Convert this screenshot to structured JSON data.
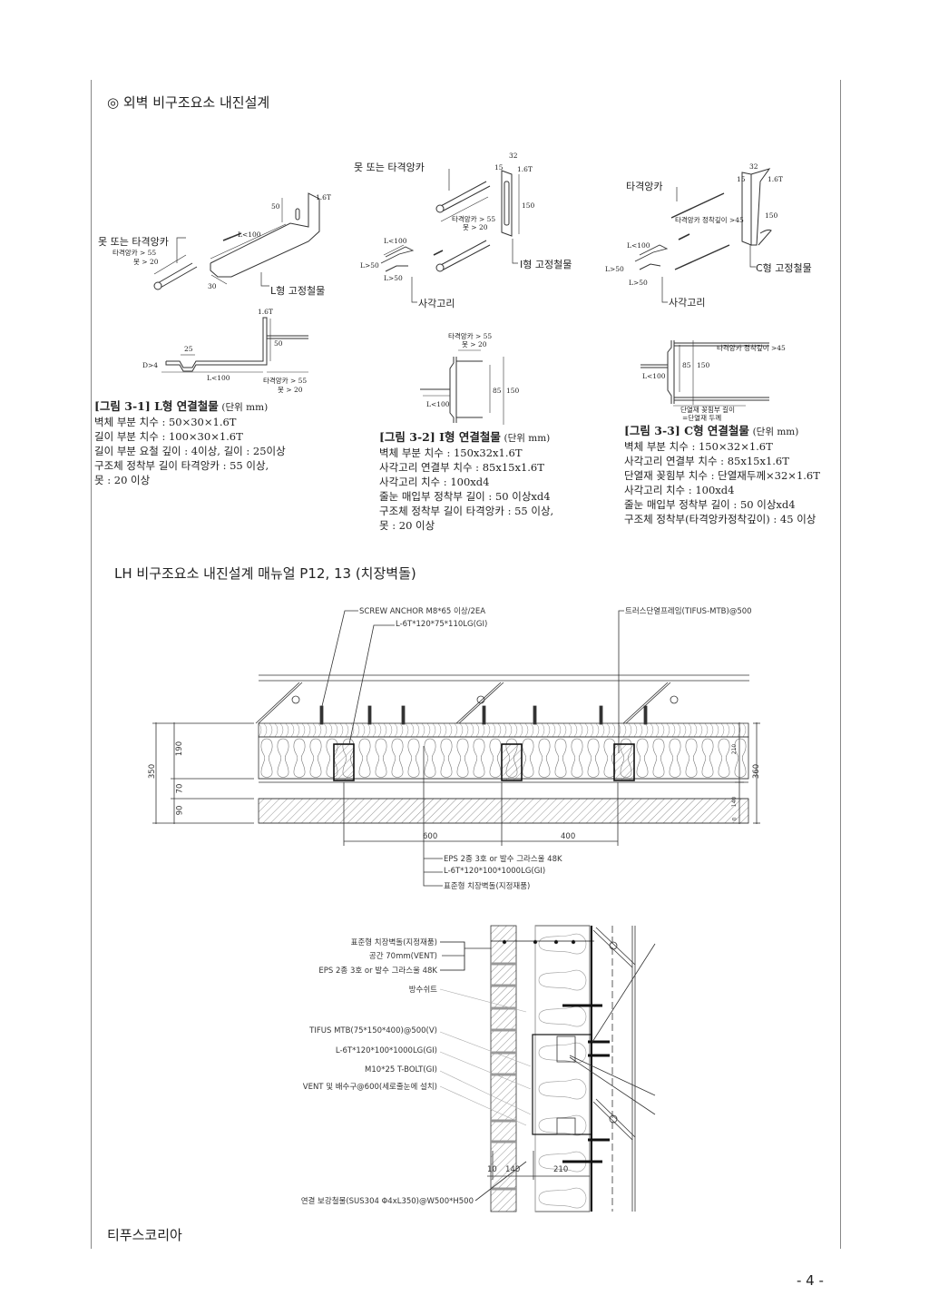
{
  "title": "◎ 외벽 비구조요소 내진설계",
  "fig1": {
    "iso": {
      "nail": "못 또는 타격앙카",
      "anchor55": "타격앙카 > 55",
      "nail20": "못 > 20",
      "t": "1.6T",
      "h50": "50",
      "l100": "L<100",
      "w30": "30",
      "part": "L형 고정철물"
    },
    "sec": {
      "t": "1.6T",
      "h50": "50",
      "w25": "25",
      "d4": "D>4",
      "l100": "L<100",
      "anchor55": "타격앙카 > 55",
      "nail20": "못 > 20"
    },
    "caption": {
      "title": "[그림 3-1] L형 연결철물",
      "unit": "(단위 mm)",
      "lines": [
        "벽체 부분 치수 : 50×30×1.6T",
        "길이 부분 치수 : 100×30×1.6T",
        "길이 부분 요철 깊이 : 4이상, 길이 : 25이상",
        "구조체 정착부 길이 타격앙카 : 55 이상,",
        "못 : 20 이상"
      ]
    }
  },
  "fig2": {
    "iso": {
      "nail": "못 또는 타격앙카",
      "w32": "32",
      "w15": "15",
      "t": "1.6T",
      "h150": "150",
      "anchor55": "타격앙카 > 55",
      "nail20": "못 > 20",
      "l100": "L<100",
      "l50a": "L>50",
      "l50b": "L>50",
      "part": "I형 고정철물",
      "loop": "사각고리"
    },
    "sec": {
      "anchor55": "타격앙카 > 55",
      "nail20": "못 > 20",
      "h85": "85",
      "h150": "150",
      "l100": "L<100"
    },
    "caption": {
      "title": "[그림 3-2] I형 연결철물",
      "unit": "(단위 mm)",
      "lines": [
        "벽체 부분 치수 : 150x32x1.6T",
        "사각고리 연결부 치수 : 85x15x1.6T",
        "사각고리 치수 : 100xd4",
        "줄눈 매입부 정착부 길이 : 50 이상xd4",
        "구조체 정착부 길이 타격앙카 : 55 이상,",
        "못 : 20 이상"
      ]
    }
  },
  "fig3": {
    "iso": {
      "anchor": "타격앙카",
      "w32": "32",
      "w15": "15",
      "t": "1.6T",
      "depth": "타격앙카 정착깊이 >45",
      "h150": "150",
      "l100": "L<100",
      "l50a": "L>50",
      "l50b": "L>50",
      "part": "C형 고정철물",
      "loop": "사각고리"
    },
    "sec": {
      "depth": "타격앙카 정착깊이 >45",
      "h85": "85",
      "h150": "150",
      "l100": "L<100",
      "ins1": "단열재 꽂힘부 길이",
      "ins2": "=단열재 두께"
    },
    "caption": {
      "title": "[그림 3-3] C형 연결철물",
      "unit": "(단위 mm)",
      "lines": [
        "벽체 부분 치수 : 150×32×1.6T",
        "사각고리 연결부 치수 : 85x15x1.6T",
        "단열재 꽂힘부 치수 : 단열재두께×32×1.6T",
        "사각고리 치수 : 100xd4",
        "줄눈 매입부 정착부 길이 : 50 이상xd4",
        "구조체 정착부(타격앙카정착깊이) : 45 이상"
      ]
    }
  },
  "section2_title": "LH 비구조요소 내진설계 매뉴얼 P12, 13 (치장벽돌)",
  "plan": {
    "top_labels": [
      "SCREW ANCHOR M8*65 이상/2EA",
      "L-6T*120*75*110LG(GI)",
      "트러스단열프레임(TIFUS-MTB)@500"
    ],
    "dims_left": [
      "350",
      "190",
      "70",
      "90"
    ],
    "dims_right": [
      "210",
      "360",
      "140",
      "0"
    ],
    "dims_bottom": [
      "600",
      "400"
    ],
    "bottom_labels": [
      "EPS 2종 3호 or 발수 그라스울 48K",
      "L-6T*120*100*1000LG(GI)",
      "표준형 치장벽돌(지정재품)"
    ]
  },
  "section": {
    "labels": [
      "표준형 치장벽돌(지정재품)",
      "공간 70mm(VENT)",
      "EPS 2종 3호 or 발수 그라스울 48K",
      "방수쉬트",
      "TIFUS MTB(75*150*400)@500(V)",
      "L-6T*120*100*1000LG(GI)",
      "M10*25 T-BOLT(GI)",
      "VENT 및 배수구@600(세로줄눈에 설치)"
    ],
    "bottom_label": "연결 보강철물(SUS304 Φ4xL350)@W500*H500",
    "dims": [
      "10",
      "140",
      "210"
    ]
  },
  "footer": {
    "company": "티푸스코리아",
    "page": "- 4 -"
  }
}
